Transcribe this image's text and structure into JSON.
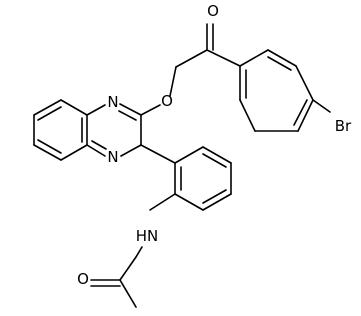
{
  "molecule": {
    "atom_labels": {
      "carbonyl_oxygen": "O",
      "ether_oxygen": "O",
      "bromine": "Br",
      "ring_nitrogen_top": "N",
      "ring_nitrogen_bottom": "N",
      "amide_nitrogen": "HN",
      "amide_oxygen": "O"
    }
  },
  "colors": {
    "bond": "#000000",
    "label": "#000000",
    "background": "#ffffff"
  }
}
